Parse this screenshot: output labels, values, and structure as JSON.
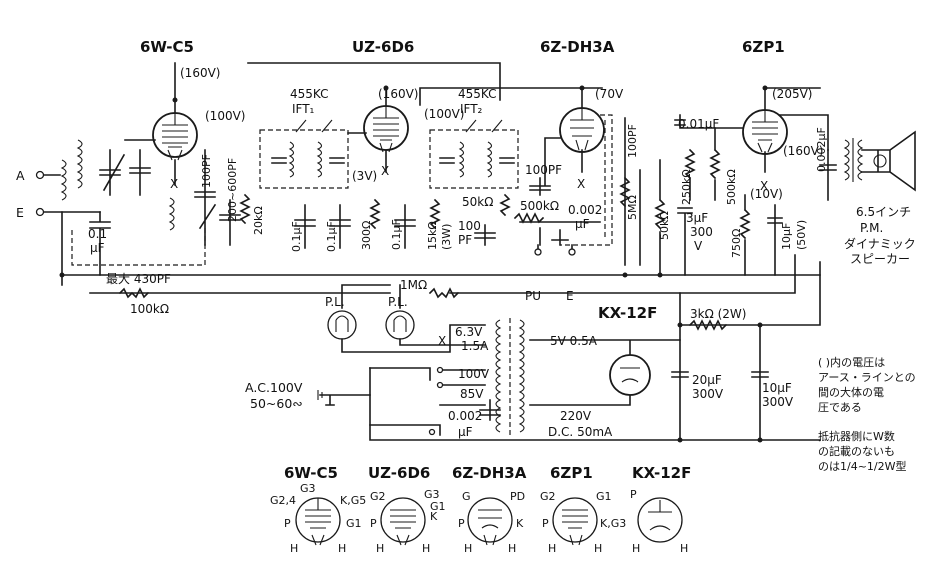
{
  "tubes": {
    "t1": "6W-C5",
    "t2": "UZ-6D6",
    "t3": "6Z-DH3A",
    "t4": "6ZP1",
    "rect": "KX-12F"
  },
  "voltages": {
    "v160a": "(160V)",
    "v100": "(100V)",
    "v160b": "(160V)",
    "v100b": "(100V)",
    "v3": "(3V)",
    "v70": "(70V",
    "v205": "(205V)",
    "v160c": "(160V)",
    "v10": "(10V)"
  },
  "ift": {
    "ift1_freq": "455KC",
    "ift1_name": "IFT₁",
    "ift2_freq": "455KC",
    "ift2_name": "IFT₂"
  },
  "antenna": {
    "a": "A",
    "e": "E"
  },
  "components": {
    "c01uf_a": "0.1",
    "c01uf_b": "μF",
    "c100pf": "100PF",
    "c200_600": "200~600PF",
    "r20k": "20kΩ",
    "max430": "最大 430PF",
    "r100k": "100kΩ",
    "c01_1": "0.1μF",
    "c01_2": "0.1μF",
    "r300": "300Ω",
    "c01_3": "0.1μF",
    "r15k": "15kΩ",
    "r15k_w": "(3W)",
    "r50k": "50kΩ",
    "c100pf2_a": "100",
    "c100pf2_b": "PF",
    "c100pf3": "100PF",
    "r500k": "500kΩ",
    "c0002": "0.002",
    "c0002_u": "μF",
    "c100pf4": "100PF",
    "r5m": "5MΩ",
    "c001": "0.01μF",
    "r250k": "250kΩ",
    "r500k2": "500kΩ",
    "r50k2": "50kΩ",
    "c3uf": "3μF",
    "c3uf_v": "300",
    "c3uf_vv": "V",
    "c0002b": "0.002μF",
    "r750": "750Ω",
    "c10uf": "10μF",
    "c10uf_v": "(50V)",
    "r1m": "1MΩ",
    "pu": "PU",
    "e2": "E"
  },
  "speaker": {
    "l1": "6.5インチ",
    "l2": "P.M.",
    "l3": "ダイナミック",
    "l4": "スピーカー"
  },
  "power": {
    "pl1": "P.L.",
    "pl2": "P.L.",
    "x": "X",
    "v63": "6.3V",
    "a15": "1.5A",
    "v5": "5V  0.5A",
    "ac": "A.C.100V",
    "hz": "50~60∾",
    "v100t": "100V",
    "v85": "85V",
    "c0002p": "0.002",
    "c0002p_u": "μF",
    "v220": "220V",
    "dc": "D.C. 50mA",
    "r3k": "3kΩ (2W)",
    "c20uf": "20μF",
    "c20uf_v": "300V",
    "c10uf2": "10μF",
    "c10uf2_v": "300V"
  },
  "notes": {
    "n1": "( )内の電圧は",
    "n2": "アース・ラインとの",
    "n3": "間の大体の電",
    "n4": "圧である",
    "n5": "抵抗器側にW数",
    "n6": "の記載のないも",
    "n7": "のは1/4~1/2W型"
  },
  "base": {
    "b1": "6W-C5",
    "b2": "UZ-6D6",
    "b3": "6Z-DH3A",
    "b4": "6ZP1",
    "b5": "KX-12F",
    "b1_g24": "G2,4",
    "b1_g3": "G3",
    "b1_k": "K,G5",
    "b1_p": "P",
    "b1_g1": "G1",
    "b1_h1": "H",
    "b1_h2": "H",
    "b2_g2": "G2",
    "b2_g3": "G3",
    "b2_p": "P",
    "b2_k": "K",
    "b2_g1": "G1",
    "b2_h1": "H",
    "b2_h2": "H",
    "b3_g": "G",
    "b3_pd": "PD",
    "b3_p": "P",
    "b3_k": "K",
    "b3_h1": "H",
    "b3_h2": "H",
    "b4_g2": "G2",
    "b4_g1": "G1",
    "b4_p": "P",
    "b4_kg3": "K,G3",
    "b4_h1": "H",
    "b4_h2": "H",
    "b5_p": "P",
    "b5_h1": "H",
    "b5_h2": "H"
  }
}
